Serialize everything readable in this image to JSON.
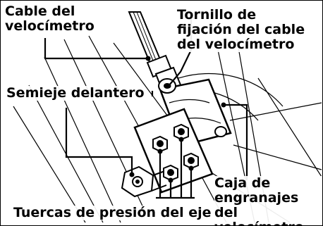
{
  "labels": {
    "cable": "Cable del\nvelocímetro",
    "screw": "Tornillo de\nfijación del cable\ndel velocímetro",
    "axle": "Semieje delantero",
    "gearbox": "Caja de\nengranajes del\nvelocímetro",
    "nuts": "Tuercas de presión del eje"
  }
}
